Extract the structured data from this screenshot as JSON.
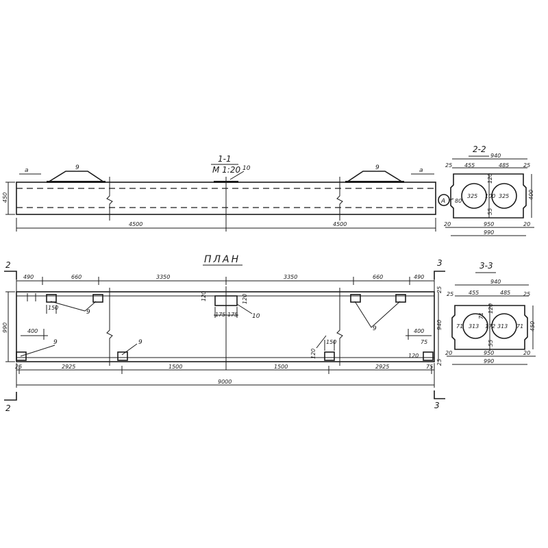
{
  "section_1": {
    "title": "1-1",
    "scale": "M 1:20",
    "marks": {
      "left_a": "а",
      "right_a": "а",
      "left_9": "9",
      "right_9": "9",
      "center_10": "10"
    },
    "height": "450",
    "left_len": "4500",
    "right_len": "4500"
  },
  "plan": {
    "title": "ПЛАН",
    "top_dims": [
      "490",
      "660",
      "3350",
      "3350",
      "660",
      "490"
    ],
    "bottom_dims": [
      "25",
      "2925",
      "1500",
      "1500",
      "2925",
      "75"
    ],
    "total": "9000",
    "width": "990",
    "callouts": {
      "lt_150": "150",
      "lt_400": "400",
      "lt_9a": "9",
      "lb_9": "9",
      "c_175a": "175",
      "c_175b": "175",
      "c_120a": "120",
      "c_120b": "120",
      "c_10": "10",
      "r_9": "9",
      "r_150": "150",
      "r_120": "120",
      "r_400": "400",
      "r_75": "75",
      "r_25a": "25",
      "r_25b": "25",
      "r_940": "940"
    },
    "cut_2": "2",
    "cut_3": "3"
  },
  "section_2": {
    "title": "2-2",
    "top_total": "940",
    "left_edge": "25",
    "left_part": "455",
    "right_part": "485",
    "right_edge": "25",
    "hole_left": "325",
    "hole_mid": "100",
    "hole_right": "325",
    "side_small": "80",
    "top_small": "120",
    "bottom_small": "55",
    "height": "400",
    "bot_left": "20",
    "bot_mid": "950",
    "bot_right": "20",
    "bot_total": "990",
    "marker": "A"
  },
  "section_3": {
    "title": "3-3",
    "top_total": "940",
    "left_edge": "25",
    "left_part": "455",
    "right_part": "485",
    "right_edge": "25",
    "hole_left": "313",
    "hole_mid": "172",
    "hole_right": "313",
    "side_l": "71",
    "side_r": "71",
    "top_small": "120",
    "top_71": "71",
    "bot_small": "55",
    "height": "450",
    "bot_left": "20",
    "bot_mid": "950",
    "bot_right": "20",
    "bot_total": "990"
  }
}
